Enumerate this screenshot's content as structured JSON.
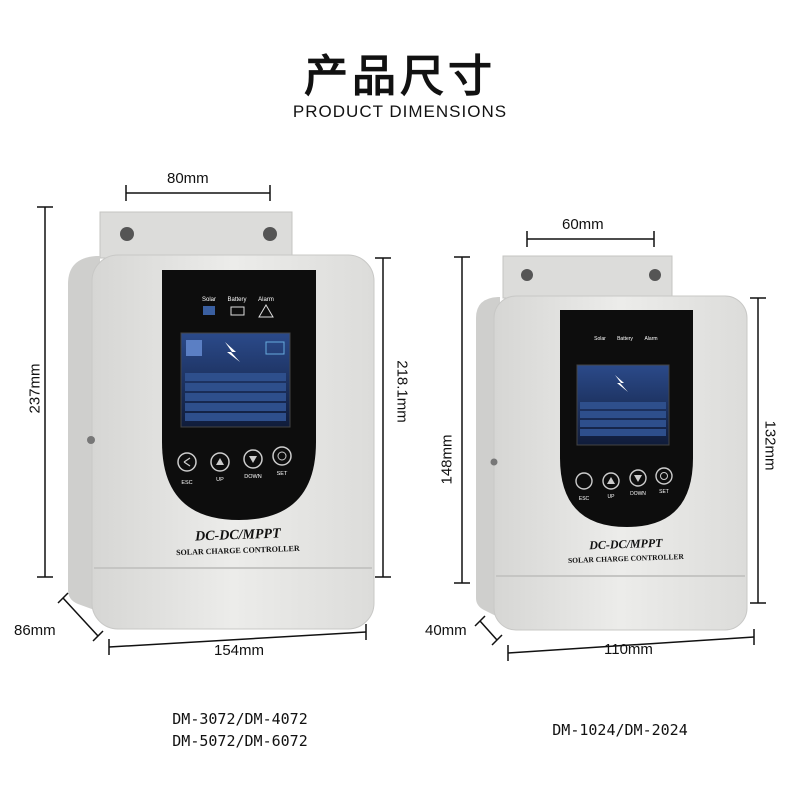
{
  "header": {
    "title": "产品尺寸",
    "subtitle": "PRODUCT DIMENSIONS"
  },
  "large_unit": {
    "bracket_width": "80mm",
    "overall_height": "237mm",
    "body_height": "218.1mm",
    "depth": "86mm",
    "width": "154mm",
    "panel_labels": {
      "solar": "Solar",
      "battery": "Battery",
      "alarm": "Alarm"
    },
    "buttons": [
      "ESC",
      "UP",
      "DOWN",
      "SET"
    ],
    "brand": "DC-DC/MPPT",
    "product_name": "SOLAR CHARGE CONTROLLER",
    "models": [
      "DM-3072/DM-4072",
      "DM-5072/DM-6072"
    ]
  },
  "small_unit": {
    "bracket_width": "60mm",
    "overall_height": "148mm",
    "body_height": "132mm",
    "depth": "40mm",
    "width": "110mm",
    "panel_labels": {
      "solar": "Solar",
      "battery": "Battery",
      "alarm": "Alarm"
    },
    "buttons": [
      "ESC",
      "UP",
      "DOWN",
      "SET"
    ],
    "brand": "DC-DC/MPPT",
    "product_name": "SOLAR CHARGE CONTROLLER",
    "models": [
      "DM-1024/DM-2024"
    ]
  },
  "colors": {
    "housing": "#e6e6e4",
    "panel": "#0d0d0d",
    "screen": "#1c2f5a",
    "lines": "#111111"
  }
}
